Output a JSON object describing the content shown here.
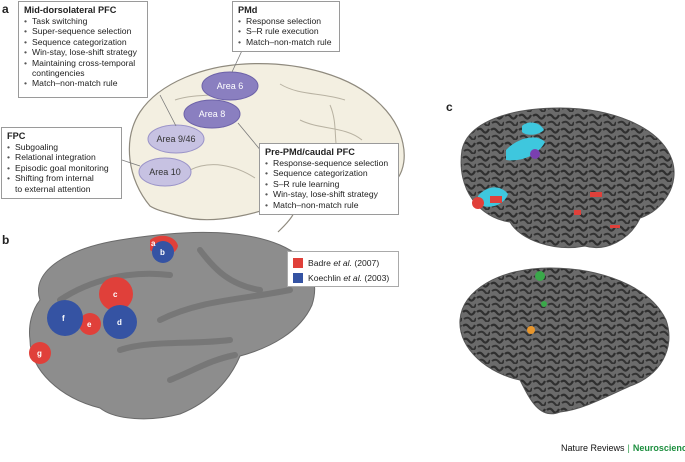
{
  "panels": {
    "a": "a",
    "b": "b",
    "c": "c"
  },
  "panel_a": {
    "areas": [
      "Area 6",
      "Area 8",
      "Area 9/46",
      "Area 10"
    ],
    "mid_dlpfc": {
      "title": "Mid-dorsolateral PFC",
      "items": [
        "Task switching",
        "Super-sequence selection",
        "Sequence categorization",
        "Win-stay, lose-shift strategy",
        "Maintaining cross-temporal",
        "contingencies",
        "Match–non-match rule"
      ]
    },
    "pmd": {
      "title": "PMd",
      "items": [
        "Response selection",
        "S–R rule execution",
        "Match–non-match rule"
      ]
    },
    "fpc": {
      "title": "FPC",
      "items": [
        "Subgoaling",
        "Relational integration",
        "Episodic goal monitoring",
        "Shifting from internal",
        "to external attention"
      ]
    },
    "pre_pmd": {
      "title": "Pre-PMd/caudal PFC",
      "items": [
        "Response-sequence selection",
        "Sequence categorization",
        "S–R rule learning",
        "Win-stay, lose-shift strategy",
        "Match–non-match rule"
      ]
    }
  },
  "panel_b": {
    "legend": [
      {
        "label_pre": "Badre ",
        "label_em": "et al.",
        "label_post": " (2007)",
        "color": "#e0403a"
      },
      {
        "label_pre": "Koechlin ",
        "label_em": "et al.",
        "label_post": " (2003)",
        "color": "#3553a3"
      }
    ],
    "region_labels": [
      "a",
      "b",
      "c",
      "d",
      "e",
      "f",
      "g"
    ]
  },
  "colors": {
    "red": "#e0403a",
    "blue": "#3553a3",
    "cyan": "#3ec7de",
    "purple_area": "#8a7fc0",
    "brain_dark": "#5a5a5a",
    "green": "#3aa84a",
    "orange": "#e8962c"
  },
  "credit": {
    "journal": "Nature Reviews",
    "sep": "|",
    "field": "Neuroscience"
  }
}
